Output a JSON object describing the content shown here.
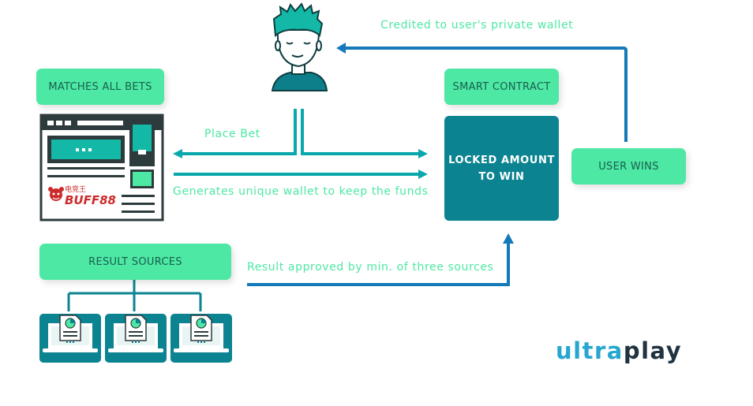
{
  "nodes": {
    "matches_all_bets": "MATCHES ALL BETS",
    "smart_contract": "SMART CONTRACT",
    "locked_amount_line1": "LOCKED AMOUNT",
    "locked_amount_line2": "TO WIN",
    "user_wins": "USER WINS",
    "result_sources": "RESULT SOURCES"
  },
  "edges": {
    "credited": "Credited to user's private wallet",
    "place_bet": "Place Bet",
    "generates_wallet": "Generates unique wallet to keep the funds",
    "result_approved": "Result approved by min. of three sources"
  },
  "bookmaker": {
    "logo_chinese": "电竞王",
    "logo_text": "BUFF88"
  },
  "brand": {
    "ultra": "ultra",
    "play": "play"
  },
  "colors": {
    "mint": "#4de8a3",
    "teal": "#0b8391",
    "blue": "#1479b8",
    "dark_text": "#185f4f"
  }
}
